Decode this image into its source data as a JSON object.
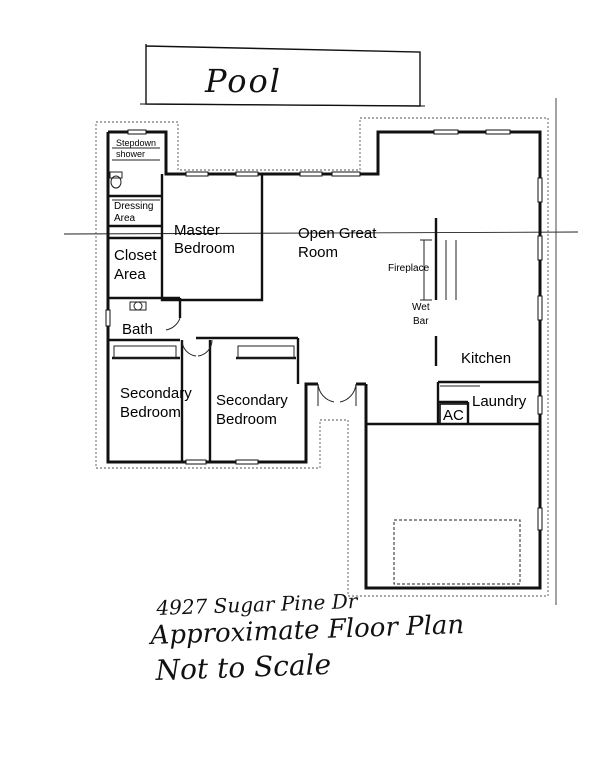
{
  "pool_label": "Pool",
  "rooms": {
    "stepdown_shower": [
      "Stepdown",
      "shower"
    ],
    "dressing_area": [
      "Dressing",
      "Area"
    ],
    "master_bedroom": [
      "Master",
      "Bedroom"
    ],
    "open_great_room": [
      "Open Great",
      "Room"
    ],
    "closet_area": [
      "Closet",
      "Area"
    ],
    "fireplace": "Fireplace",
    "wet_bar": [
      "Wet",
      "Bar"
    ],
    "bath": "Bath",
    "kitchen": "Kitchen",
    "secondary_bedroom_1": [
      "Secondary",
      "Bedroom"
    ],
    "secondary_bedroom_2": [
      "Secondary",
      "Bedroom"
    ],
    "ac": "AC",
    "laundry": "Laundry"
  },
  "notes": {
    "address": "4927 Sugar Pine Dr",
    "title": "Approximate Floor Plan",
    "scale": "Not to Scale"
  },
  "colors": {
    "wall": "#111111",
    "thin_line": "#333333",
    "dotted_outline": "#555555"
  }
}
